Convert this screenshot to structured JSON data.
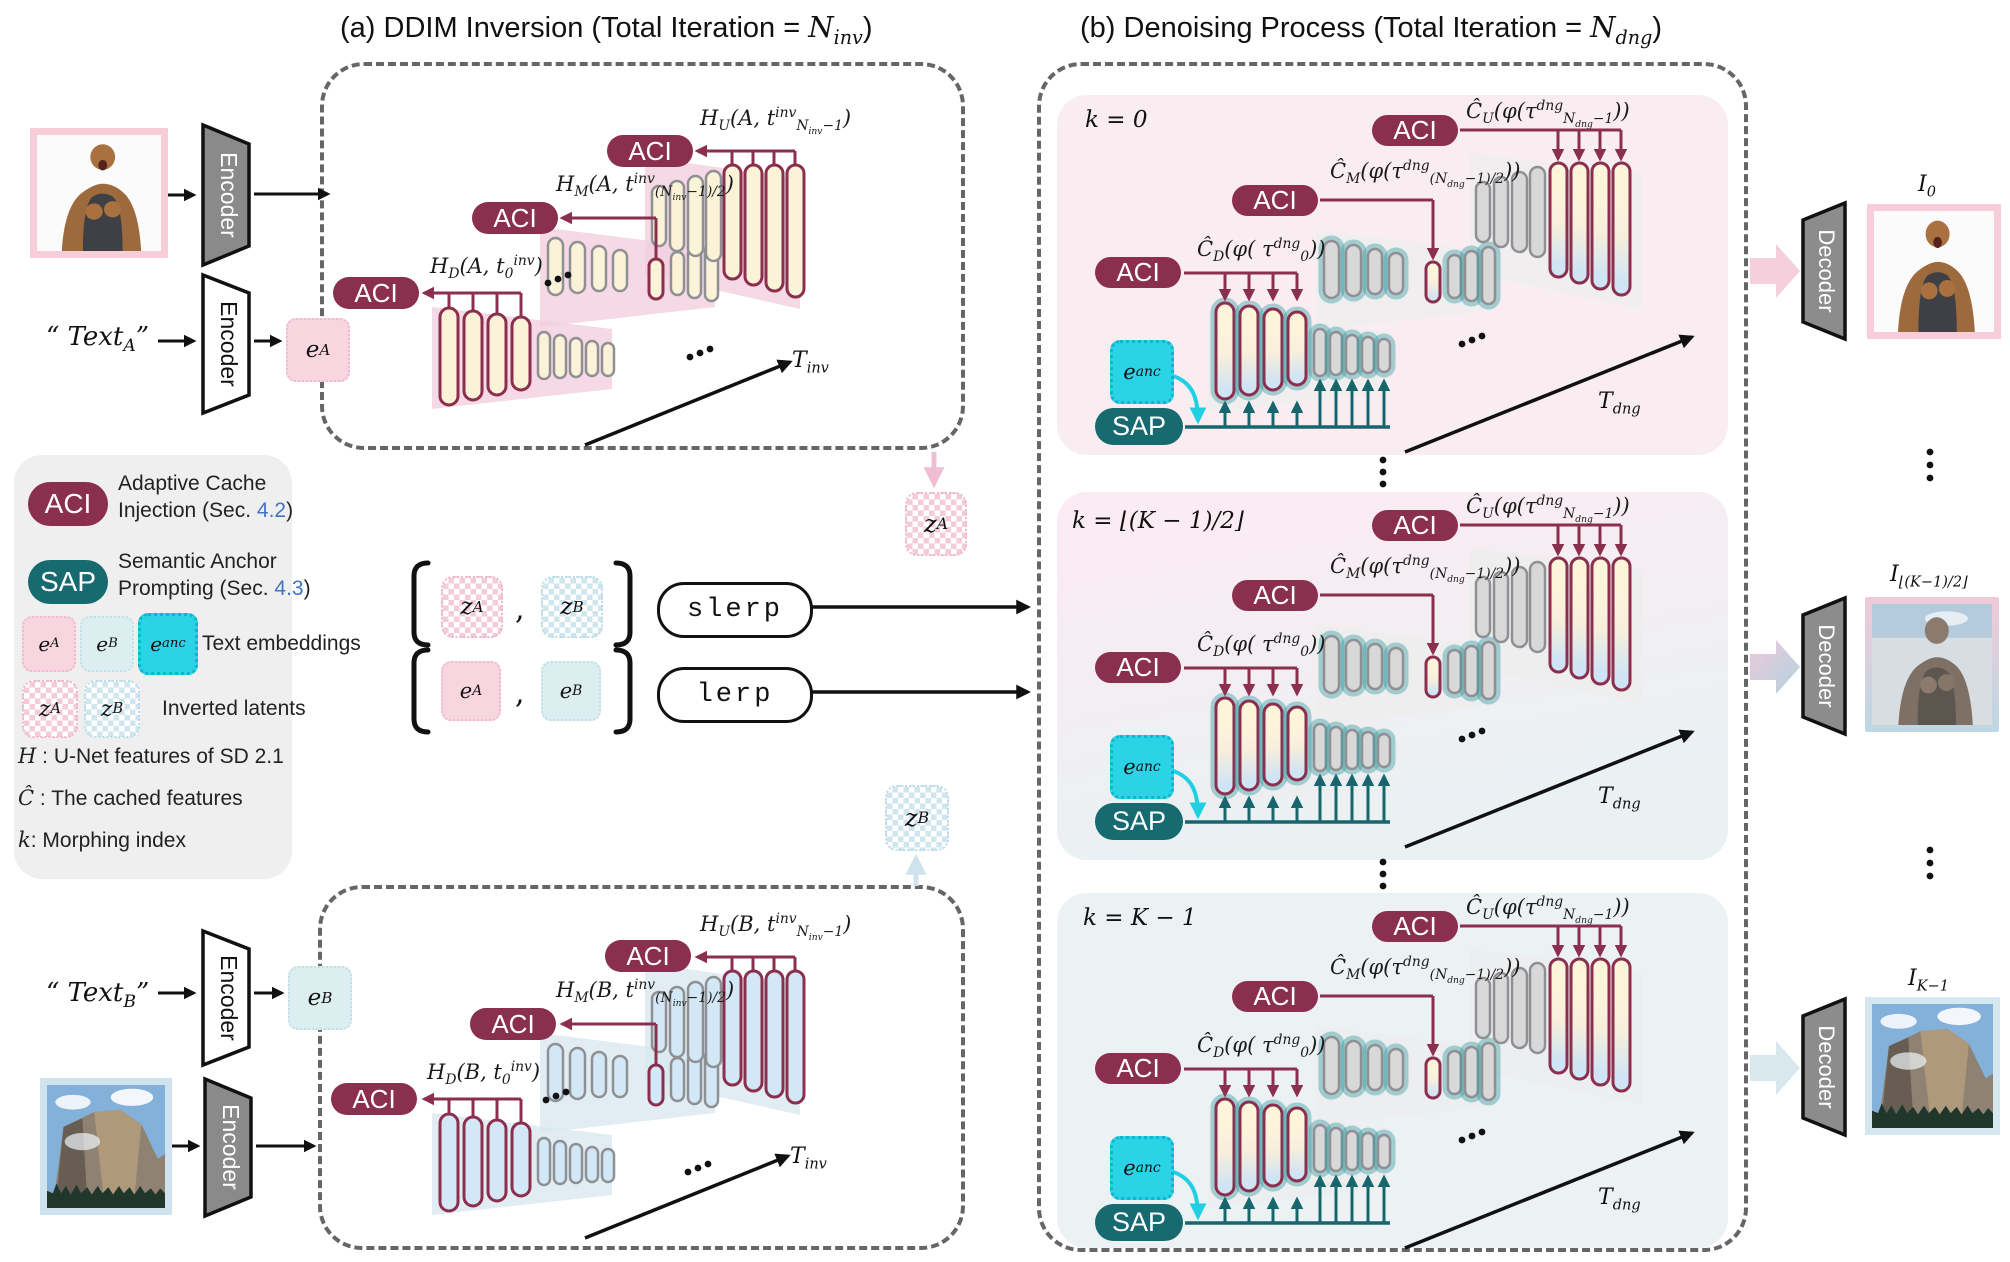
{
  "titles": {
    "a_pre": "(a) DDIM Inversion (Total Iteration = ",
    "a_math": "N_{inv}",
    "a_post": ")",
    "b_pre": "(b) Denoising Process (Total Iteration  = ",
    "b_math": "N_{dng}",
    "b_post": ")"
  },
  "pills": {
    "aci": "ACI",
    "sap": "SAP"
  },
  "io": {
    "encoder": "Encoder",
    "decoder": "Decoder",
    "text_a": "“ Text_{A}”",
    "text_b": "“ Text_{B}”",
    "e_a": "e_{A}",
    "e_b": "e_{B}",
    "e_anc": "e_{anc}",
    "z_a": "z_{A}",
    "z_b": "z_{B}"
  },
  "panel_a_top": {
    "h_u": "H_{U}(A, t^{inv}_{N_{inv}−1})",
    "h_m": "H_{M}(A, t^{inv}_{(N_{inv}−1)/2})",
    "h_d": "H_{D}(A, t_{0}^{inv})",
    "t_label": "T_{inv}"
  },
  "panel_a_bottom": {
    "h_u": "H_{U}(B, t^{inv}_{N_{inv}−1})",
    "h_m": "H_{M}(B, t^{inv}_{(N_{inv}−1)/2})",
    "h_d": "H_{D}(B, t_{0}^{inv})",
    "t_label": "T_{inv}"
  },
  "ops": {
    "slerp": "slerp",
    "lerp": "lerp",
    "comma1": ",",
    "comma2": ","
  },
  "denoise_blocks": [
    {
      "k_label": "k = 0",
      "c_u": "Ĉ_{U}(φ(τ^{dng}_{N_{dng}−1}))",
      "c_m": "Ĉ_{M}(φ(τ^{dng}_{(N_{dng}−1)/2}))",
      "c_d": "Ĉ_{D}(φ( τ^{dng}_{0}))",
      "t_label": "T_{dng}",
      "output_label": "I_{0}"
    },
    {
      "k_label": "k = ⌊(K − 1)/2⌋",
      "c_u": "Ĉ_{U}(φ(τ^{dng}_{N_{dng}−1}))",
      "c_m": "Ĉ_{M}(φ(τ^{dng}_{(N_{dng}−1)/2}))",
      "c_d": "Ĉ_{D}(φ( τ^{dng}_{0}))",
      "t_label": "T_{dng}",
      "output_label": "I_{⌊(K−1)/2⌋}"
    },
    {
      "k_label": "k = K − 1",
      "c_u": "Ĉ_{U}(φ(τ^{dng}_{N_{dng}−1}))",
      "c_m": "Ĉ_{M}(φ(τ^{dng}_{(N_{dng}−1)/2}))",
      "c_d": "Ĉ_{D}(φ( τ^{dng}_{0}))",
      "t_label": "T_{dng}",
      "output_label": "I_{K−1}"
    }
  ],
  "legend": {
    "aci_line1": "Adaptive Cache",
    "aci_line2": "Injection (Sec. ",
    "aci_ref": "4.2",
    "paren": ")",
    "sap_line1": "Semantic Anchor",
    "sap_line2": "Prompting (Sec. ",
    "sap_ref": "4.3",
    "text_embeddings": "Text embeddings",
    "inverted_latents": "Inverted latents",
    "h_sym": "H",
    "h_rest": " : U-Net features of SD 2.1",
    "c_sym": "Ĉ",
    "c_rest": " : The cached features",
    "k_sym": "k",
    "k_rest": ": Morphing index"
  },
  "colors": {
    "aci": "#8b2f4f",
    "sap": "#166a70",
    "ref_blue": "#4472c4",
    "pink_frame": "#f6cdd8",
    "blue_frame": "#cfe3ee",
    "cyan": "#2ad3e6",
    "block_pink": "#faedf2",
    "block_blue": "#ecf2f3"
  }
}
